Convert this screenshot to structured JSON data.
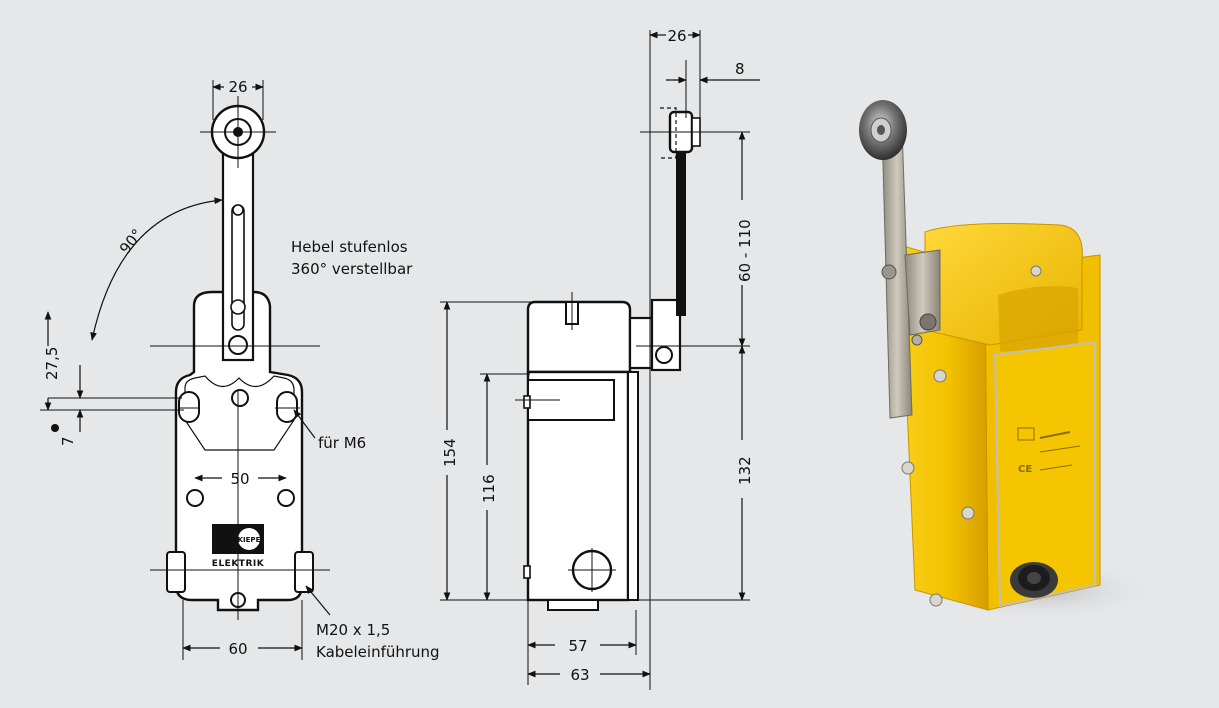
{
  "front_view": {
    "dim_top_width": "26",
    "dim_angle": "90°",
    "dim_lever_offset": "27,5",
    "dim_mount_offset": "7",
    "dim_hole_spacing": "50",
    "dim_base_width": "60",
    "note_lever": "Hebel stufenlos",
    "note_lever_2": "360° verstellbar",
    "note_screw": "für M6",
    "note_cable": "M20 x 1,5",
    "note_cable_2": "Kabeleinführung",
    "logo_text": "KIEPE",
    "logo_sub": "ELEKTRIK"
  },
  "side_view": {
    "dim_roller_width": "26",
    "dim_roller_offset": "8",
    "dim_lever_range": "60 - 110",
    "dim_total_height": "154",
    "dim_body_height": "116",
    "dim_lever_height": "132",
    "dim_depth_inner": "57",
    "dim_depth_outer": "63"
  },
  "colors": {
    "background": "#e6e7e8",
    "housing": "#f2c200",
    "housing_shade": "#d9a400",
    "lever": "#b8b3a3",
    "cable_gland": "#2a2a2a"
  }
}
